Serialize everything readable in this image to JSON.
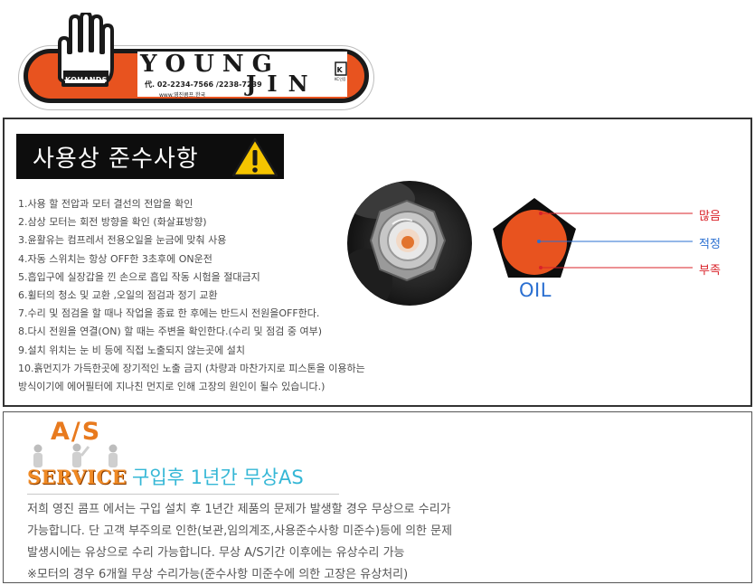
{
  "logo": {
    "brand_young": "YOUNG",
    "brand_jin": "JIN",
    "kohands": "KOHANDS",
    "tel": "代. 02-2234-7566 /2238-7239",
    "web": "www.영진콤프.한국",
    "kc_caption": "KC인증",
    "colors": {
      "accent": "#e8531f",
      "outline": "#1a1a1a"
    }
  },
  "usage": {
    "title": "사용상 준수사항",
    "rules": [
      "1.사용 할 전압과 모터 결선의 전압을 확인",
      "2.삼상 모터는 회전 방향을 확인 (화살표방향)",
      "3.윤활유는 컴프레서 전용오일을 눈금에 맞춰 사용",
      "4.자동 스위치는 항상 OFF한 3초후에 ON운전",
      "5.흡입구에 실장갑을 낀 손으로 흡입 작동 시험을 절대금지",
      "6.휠터의 청소 및 교환 ,오일의 점검과 정기 교환",
      "7.수리 및 점검을 할 때나 작업을 종료 한 후에는 반드시 전원을OFF한다.",
      "8.다시 전원을 연결(ON) 할 때는 주변을 확인한다.(수리 및 점검 중 여부)",
      "9.설치 위치는 눈 비 등에 직접 노출되지 않는곳에 설치",
      "10.흙먼지가 가득한곳에 장기적인 노출 금지 (차량과 마찬가지로 피스톤을 이용하는",
      "방식이기에 에어필터에 지나친 먼지로 인해 고장의 원인이 될수 있습니다.)"
    ]
  },
  "oil_gauge": {
    "label_high": "많음",
    "label_ok": "적정",
    "label_low": "부족",
    "oil": "OIL",
    "colors": {
      "high": "#d9232a",
      "ok": "#2a6fd1",
      "low": "#d9232a",
      "fill": "#e8531f"
    }
  },
  "as": {
    "badge_as": "A/S",
    "badge_service": "SERVICE",
    "heading": "구입후 1년간 무상AS",
    "lines": [
      "저희 영진 콤프 에서는 구입 설치 후 1년간 제품의 문제가 발생할 경우 무상으로 수리가",
      "가능합니다. 단 고객 부주의로 인한(보관,임의계조,사용준수사항 미준수)등에 의한 문제",
      "발생시에는 유상으로 수리 가능합니다. 무상 A/S기간 이후에는 유상수리 가능",
      "※모터의 경우 6개월 무상 수리가능(준수사항 미준수에 의한 고장은 유상처리)"
    ]
  }
}
